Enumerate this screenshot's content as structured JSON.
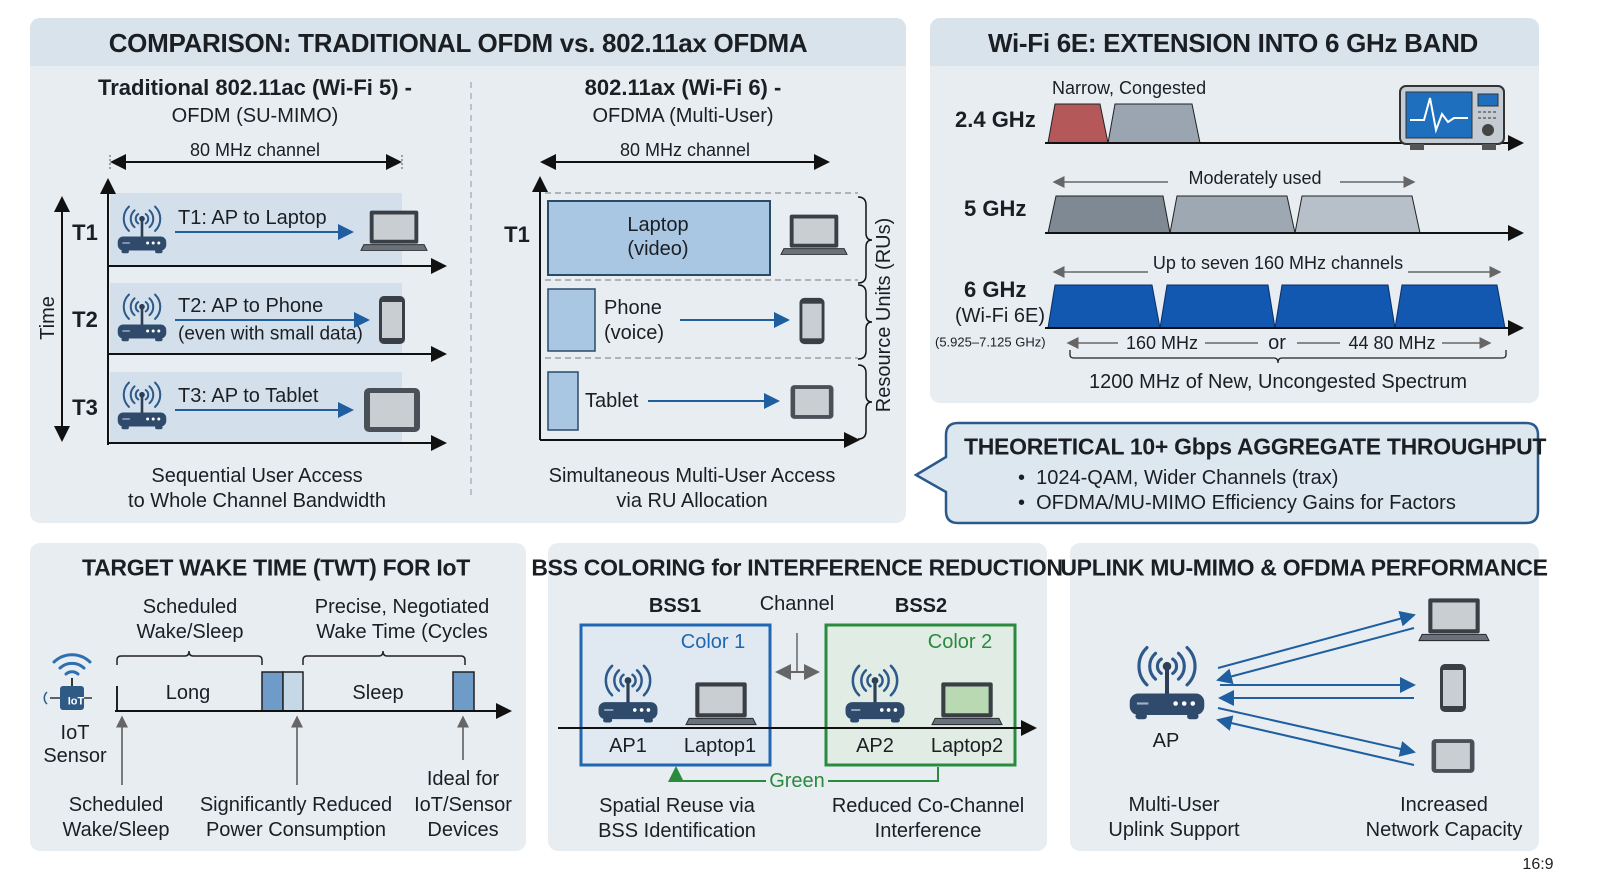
{
  "comparison": {
    "title": "COMPARISON: TRADITIONAL OFDM vs. 802.11ax OFDMA",
    "left": {
      "title": "Traditional 802.11ac (Wi-Fi 5) -",
      "subtitle": "OFDM (SU-MIMO)",
      "channel": "80 MHz channel",
      "time_label": "Time",
      "slots": [
        {
          "label": "T1",
          "text": "T1: AP to Laptop",
          "device": "laptop-icon"
        },
        {
          "label": "T2",
          "text": "T2: AP to Phone",
          "note": "(even with small data)",
          "device": "phone-icon"
        },
        {
          "label": "T3",
          "text": "T3: AP to Tablet",
          "device": "tablet-icon"
        }
      ],
      "caption": [
        "Sequential User Access",
        "to Whole Channel Bandwidth"
      ]
    },
    "right": {
      "title": "802.11ax (Wi-Fi 6) -",
      "subtitle": "OFDMA (Multi-User)",
      "channel": "80 MHz channel",
      "slot": "T1",
      "rus": [
        {
          "line1": "Laptop",
          "line2": "(video)"
        },
        {
          "line1": "Phone",
          "line2": "(voice)"
        },
        {
          "line1": "Tablet"
        }
      ],
      "ru_axis": "Resource Units (RUs)",
      "caption": [
        "Simultaneous Multi-User Access",
        "via RU Allocation"
      ]
    }
  },
  "wifi6e": {
    "title": "Wi-Fi 6E: EXTENSION INTO 6 GHz BAND",
    "band24": {
      "label": "2.4 GHz",
      "note": "Narrow, Congested"
    },
    "band5": {
      "label": "5 GHz",
      "note": "Moderately used"
    },
    "band6": {
      "label": "6 GHz",
      "sub": "(Wi-Fi 6E)",
      "range": "(5.925–7.125 GHz)",
      "note": "Up to seven 160 MHz channels",
      "w1": "160 MHz",
      "or": "or",
      "w2": "44 80 MHz",
      "summary": "1200 MHz of New, Uncongested Spectrum"
    },
    "colors": {
      "congested": "#b5585a",
      "used": "#8f9aa5",
      "new": "#1257b0"
    }
  },
  "throughput": {
    "title": "THEORETICAL 10+ Gbps AGGREGATE THROUGHPUT",
    "bullets": [
      "1024-QAM, Wider Channels (trax)",
      "OFDMA/MU-MIMO Efficiency Gains for Factors"
    ]
  },
  "twt": {
    "title": "TARGET WAKE TIME (TWT) FOR IoT",
    "top_left": [
      "Scheduled",
      "Wake/Sleep"
    ],
    "top_right": [
      "Precise, Negotiated",
      "Wake Time (Cycles"
    ],
    "long": "Long",
    "sleep": "Sleep",
    "sensor_badge": "IoT",
    "sensor": [
      "IoT",
      "Sensor"
    ],
    "bottom": [
      [
        "Scheduled",
        "Wake/Sleep"
      ],
      [
        "Significantly Reduced",
        "Power Consumption"
      ],
      [
        "Ideal for",
        "IoT/Sensor",
        "Devices"
      ]
    ]
  },
  "bss": {
    "title": "BSS COLORING for INTERFERENCE REDUCTION",
    "bss1": "BSS1",
    "bss2": "BSS2",
    "channel": "Channel",
    "color1": "Color 1",
    "color2": "Color 2",
    "ap1": "AP1",
    "laptop1": "Laptop1",
    "ap2": "AP2",
    "laptop2": "Laptop2",
    "green": "Green",
    "caption_left": [
      "Spatial Reuse via",
      "BSS Identification"
    ],
    "caption_right": [
      "Reduced Co-Channel",
      "Interference"
    ],
    "colors": {
      "bss1": "#1f66b3",
      "bss2": "#2a8a3e"
    }
  },
  "uplink": {
    "title": "UPLINK MU-MIMO & OFDMA PERFORMANCE",
    "ap": "AP",
    "caption_left": [
      "Multi-User",
      "Uplink Support"
    ],
    "caption_right": [
      "Increased",
      "Network Capacity"
    ]
  },
  "aspect": "16:9"
}
